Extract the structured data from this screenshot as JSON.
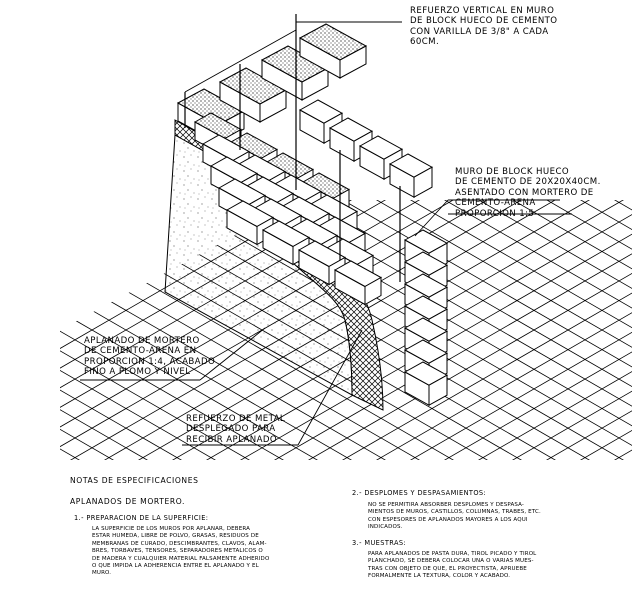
{
  "labels": {
    "refuerzo_vertical": "REFUERZO VERTICAL EN MURO\nDE BLOCK HUECO DE CEMENTO\nCON VARILLA DE 3/8\" A CADA\n60cm.",
    "muro_block": "MURO DE BLOCK HUECO\nDE CEMENTO DE 20x20x40cm.\nASENTADO CON MORTERO DE\nCEMENTO-ARENA\nPROPORCION 1:5",
    "aplanado": "APLANADO DE MORTERO\nDE CEMENTO-ARENA EN\nPROPORCION 1:4, ACABADO\nFINO A PLOMO Y NIVEL",
    "refuerzo_metal": "REFUERZO DE METAL\nDESPLEGADO PARA\nRECIBIR APLANADO"
  },
  "notes": {
    "title": "NOTAS DE ESPECIFICACIONES",
    "subtitle": "APLANADOS DE MORTERO.",
    "sections": [
      {
        "heading": "1.- PREPARACION DE LA SUPERFICIE:",
        "body": "LA SUPERFICIE DE LOS MUROS POR APLANAR, DEBERA\nESTAR HUMEDA, LIBRE DE POLVO, GRASAS, RESIDUOS DE\nMEMBRANAS DE CURADO, DESCIMBRANTES, CLAVOS, ALAM-\nBRES, TORBAVES, TENSORES, SEPARADORES METALICOS O\nDE MADERA Y CUALQUIER MATERIAL FALSAMENTE ADHERIDO\nO QUE IMPIDA LA ADHERENCIA ENTRE EL APLANADO Y EL\nMURO."
      },
      {
        "heading": "2.- DESPLOMES Y DESPASAMIENTOS:",
        "body": "NO SE PERMITIRA ABSORBER DESPLOMES Y DESPASA-\nMIENTOS DE MUROS, CASTILLOS, COLUMNAS, TRABES, ETC.\nCON ESPESORES DE APLANADOS MAYORES A LOS AQUI\nINDICADOS."
      },
      {
        "heading": "3.- MUESTRAS:",
        "body": "PARA APLANADOS DE PASTA DURA, TIROL PICADO Y TIROL\nPLANCHADO, SE DEBERA COLOCAR UNA O VARIAS MUES-\nTRAS CON OBJETO DE QUE, EL PROYECTISTA, APRUEBE\nFORMALMENTE LA TEXTURA, COLOR Y ACABADO."
      }
    ]
  }
}
